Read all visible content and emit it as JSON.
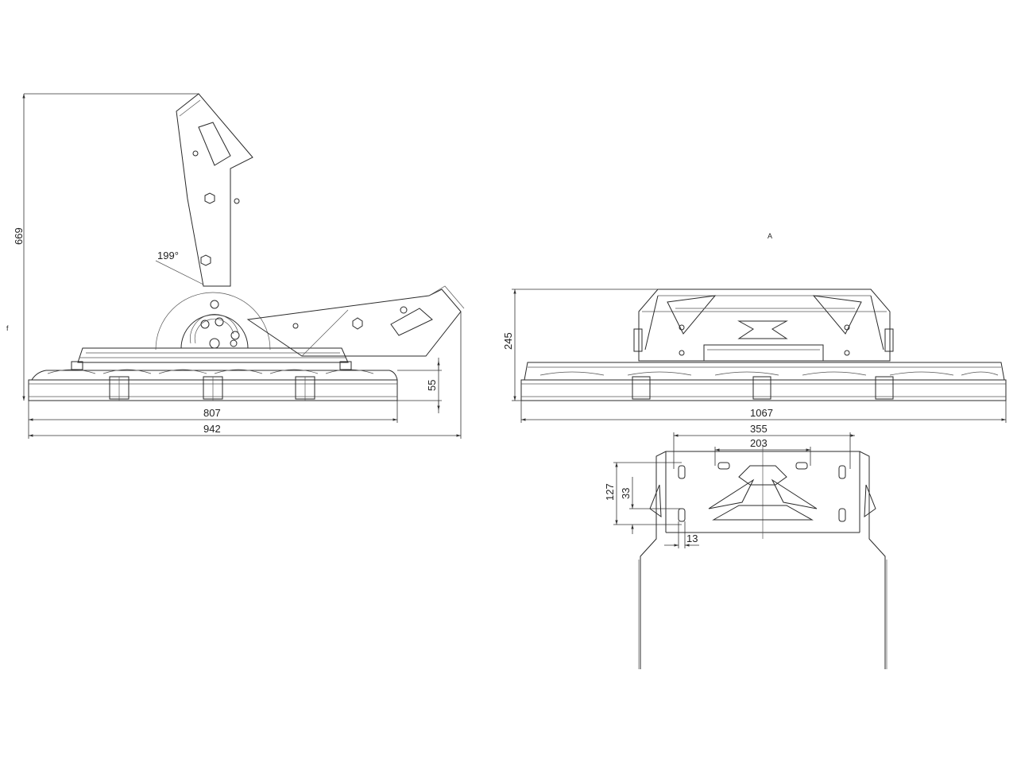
{
  "side_view": {
    "height_label": "669",
    "angle_label": "199°",
    "base_height_label": "55",
    "inner_width_label": "807",
    "overall_width_label": "942"
  },
  "front_view": {
    "view_letter": "A",
    "height_label": "245",
    "width_label": "1067"
  },
  "bracket_view": {
    "spacing_outer_label": "355",
    "spacing_inner_label": "203",
    "vertical_outer_label": "127",
    "vertical_inner_label": "33",
    "slot_label": "13"
  }
}
